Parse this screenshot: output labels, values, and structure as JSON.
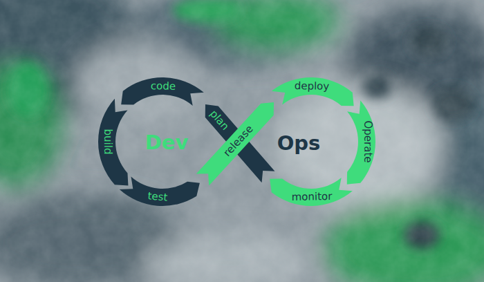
{
  "diagram": {
    "nodes": [
      {
        "text": [
          "plan"
        ]
      },
      {
        "text": [
          "code"
        ]
      },
      {
        "text": [
          "build"
        ]
      },
      {
        "text": [
          "test"
        ]
      },
      {
        "text": [
          "release"
        ]
      },
      {
        "text": [
          "deploy"
        ]
      },
      {
        "text": [
          "Operate"
        ]
      },
      {
        "text": [
          "monitor"
        ]
      }
    ],
    "labels": [
      "Dev",
      "Ops"
    ]
  }
}
